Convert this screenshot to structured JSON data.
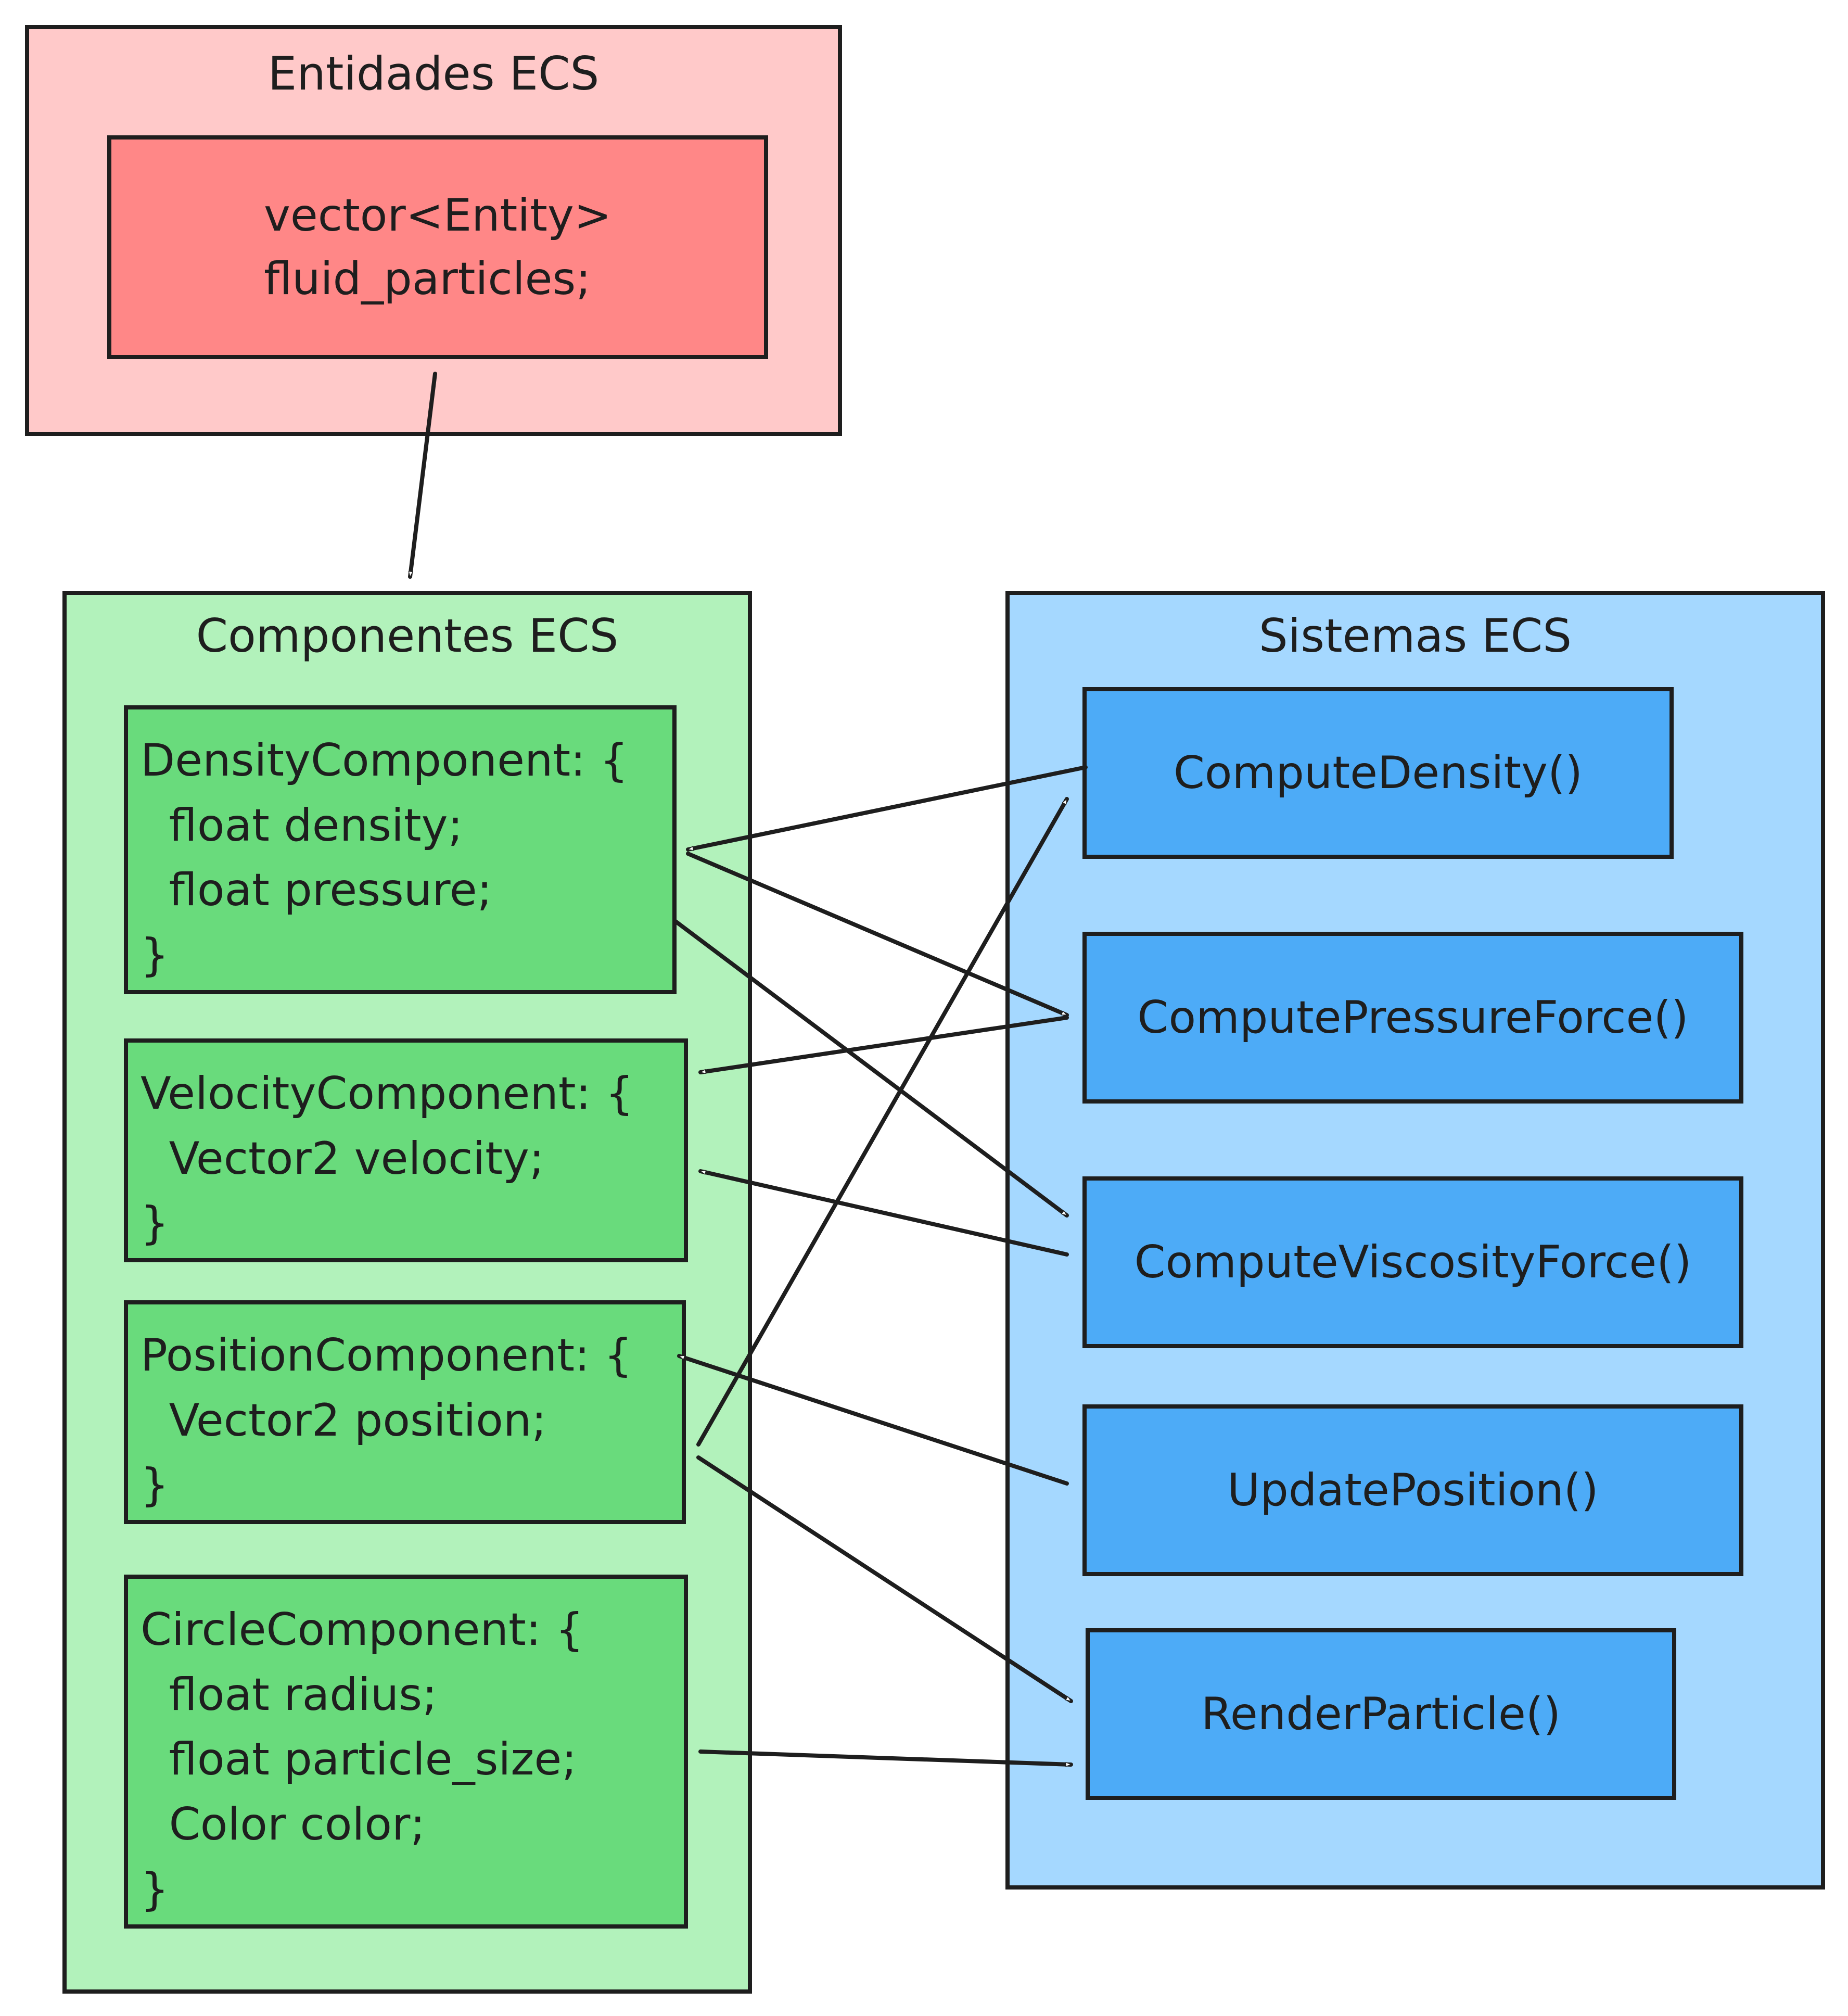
{
  "colors": {
    "entities_bg": "#ffc9c9",
    "entity_node": "#ff8787",
    "components_bg": "#b2f2bb",
    "component_node": "#69db7c",
    "systems_bg": "#a5d8ff",
    "system_node": "#4dabf7",
    "stroke": "#1e1e1e"
  },
  "clusters": {
    "entities": {
      "title": "Entidades ECS"
    },
    "components": {
      "title": "Componentes ECS"
    },
    "systems": {
      "title": "Sistemas ECS"
    }
  },
  "entities": {
    "fluid_particles": "vector<Entity>\nfluid_particles;"
  },
  "components": {
    "density": "DensityComponent: {\n  float density;\n  float pressure;\n}",
    "velocity": "VelocityComponent: {\n  Vector2 velocity;\n}",
    "position": "PositionComponent: {\n  Vector2 position;\n}",
    "circle": "CircleComponent: {\n  float radius;\n  float particle_size;\n  Color color;\n}"
  },
  "systems": {
    "compute_density": "ComputeDensity()",
    "compute_pressure_force": "ComputePressureForce()",
    "compute_viscosity_force": "ComputeViscosityForce()",
    "update_position": "UpdatePosition()",
    "render_particle": "RenderParticle()"
  },
  "edges": [
    {
      "from": "entities",
      "to": "components"
    },
    {
      "from": "compute_density",
      "to": "density_component"
    },
    {
      "from": "density_component",
      "to": "compute_pressure_force"
    },
    {
      "from": "density_component",
      "to": "compute_viscosity_force"
    },
    {
      "from": "compute_pressure_force",
      "to": "velocity_component"
    },
    {
      "from": "compute_viscosity_force",
      "to": "velocity_component"
    },
    {
      "from": "position_component",
      "to": "compute_density"
    },
    {
      "from": "update_position",
      "to": "position_component"
    },
    {
      "from": "position_component",
      "to": "render_particle"
    },
    {
      "from": "circle_component",
      "to": "render_particle"
    }
  ]
}
